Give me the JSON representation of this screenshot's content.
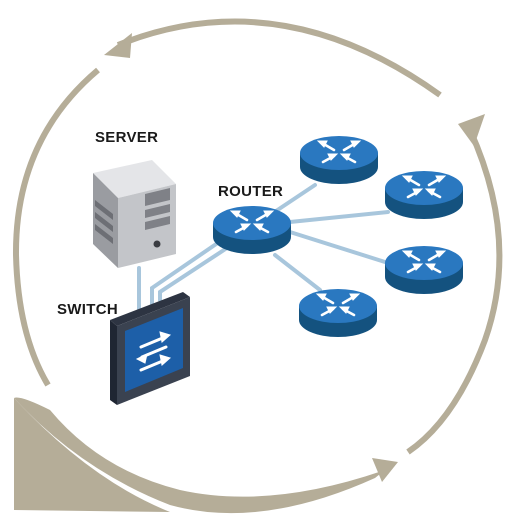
{
  "labels": {
    "server": "SERVER",
    "router": "ROUTER",
    "switch": "SWITCH"
  },
  "colors": {
    "cycle_ring": "#b5ad98",
    "router_top": "#2a78c0",
    "router_side": "#14527f",
    "link_line": "#a8c6dc",
    "server_body": "#c3c5c9",
    "switch_face": "#1d5fa8"
  },
  "icons": {
    "cycle": "circular-arrows-icon",
    "server": "server-tower-icon",
    "switch": "network-switch-icon",
    "router": "router-icon"
  },
  "diagram": {
    "nodes": [
      {
        "id": "server",
        "kind": "server"
      },
      {
        "id": "switch",
        "kind": "switch"
      },
      {
        "id": "router-main",
        "kind": "router"
      },
      {
        "id": "router-1",
        "kind": "router"
      },
      {
        "id": "router-2",
        "kind": "router"
      },
      {
        "id": "router-3",
        "kind": "router"
      },
      {
        "id": "router-4",
        "kind": "router"
      }
    ],
    "edges": [
      {
        "from": "server",
        "to": "switch"
      },
      {
        "from": "switch",
        "to": "router-main"
      },
      {
        "from": "router-main",
        "to": "router-1"
      },
      {
        "from": "router-main",
        "to": "router-2"
      },
      {
        "from": "router-main",
        "to": "router-3"
      },
      {
        "from": "router-main",
        "to": "router-4"
      }
    ]
  }
}
